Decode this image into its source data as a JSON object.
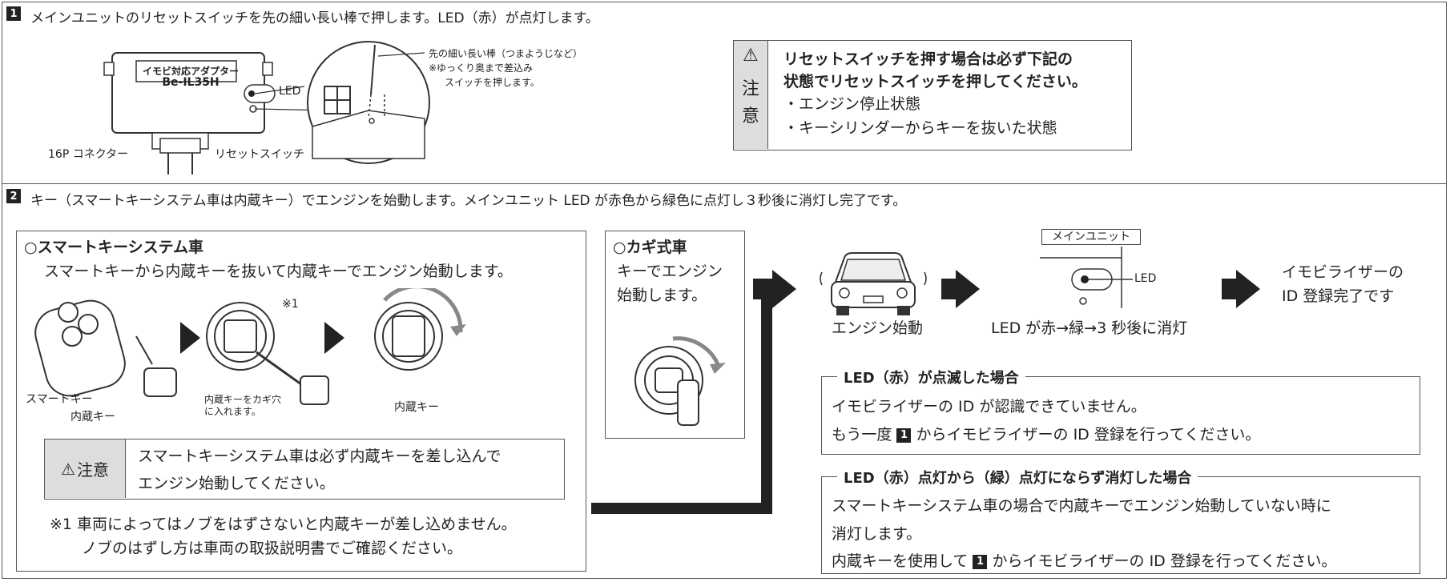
{
  "step1": {
    "num": "1",
    "text": "メインユニットのリセットスイッチを先の細い長い棒で押します。LED（赤）が点灯します。",
    "device_label_small": "イモビ対応アダプター",
    "device_label_model": "Be-IL35H",
    "label_led": "LED",
    "label_connector": "16P コネクター",
    "label_reset": "リセットスイッチ",
    "label_stick_1": "先の細い長い棒（つまようじなど）",
    "label_stick_2": "※ゆっくり奥まで差込み",
    "label_stick_3": "スイッチを押します。",
    "caution": {
      "icon": "⚠",
      "vertical_1": "注",
      "vertical_2": "意",
      "line1": "リセットスイッチを押す場合は必ず下記の",
      "line2": "状態でリセットスイッチを押してください。",
      "line3": "・エンジン停止状態",
      "line4": "・キーシリンダーからキーを抜いた状態"
    }
  },
  "step2": {
    "num": "2",
    "text": "キー（スマートキーシステム車は内蔵キー）でエンジンを始動します。メインユニット LED が赤色から緑色に点灯し３秒後に消灯し完了です。",
    "smart": {
      "title": "○スマートキーシステム車",
      "desc": "スマートキーから内蔵キーを抜いて内蔵キーでエンジン始動します。",
      "label_smartkey": "スマートキー",
      "label_innerkey_a": "内蔵キー",
      "label_note_mark": "※1",
      "label_insert_1": "内蔵キーをカギ穴",
      "label_insert_2": "に入れます。",
      "label_innerkey_b": "内蔵キー",
      "caution_icon": "⚠",
      "caution_word": "注意",
      "caution_line1": "スマートキーシステム車は必ず内蔵キーを差し込んで",
      "caution_line2": "エンジン始動してください。",
      "footnote1": "※1 車両によってはノブをはずさないと内蔵キーが差し込めません。",
      "footnote2": "ノブのはずし方は車両の取扱説明書でご確認ください。"
    },
    "key": {
      "title": "○カギ式車",
      "line1": "キーでエンジン",
      "line2": "始動します。"
    },
    "flow": {
      "engine_start": "エンジン始動",
      "unit_label": "メインユニット",
      "led": "LED",
      "led_result": "LED が赤→緑→3 秒後に消灯",
      "done_1": "イモビライザーの",
      "done_2": "ID 登録完了です"
    },
    "blink": {
      "title": "LED（赤）が点滅した場合",
      "line1": "イモビライザーの ID が認識できていません。",
      "line2a": "もう一度 ",
      "line2num": "1",
      "line2b": " からイモビライザーの ID 登録を行ってください。"
    },
    "off": {
      "title": "LED（赤）点灯から（緑）点灯にならず消灯した場合",
      "line1": "スマートキーシステム車の場合で内蔵キーでエンジン始動していない時に",
      "line2": "消灯します。",
      "line3a": "内蔵キーを使用して ",
      "line3num": "1",
      "line3b": " からイモビライザーの ID 登録を行ってください。"
    }
  }
}
